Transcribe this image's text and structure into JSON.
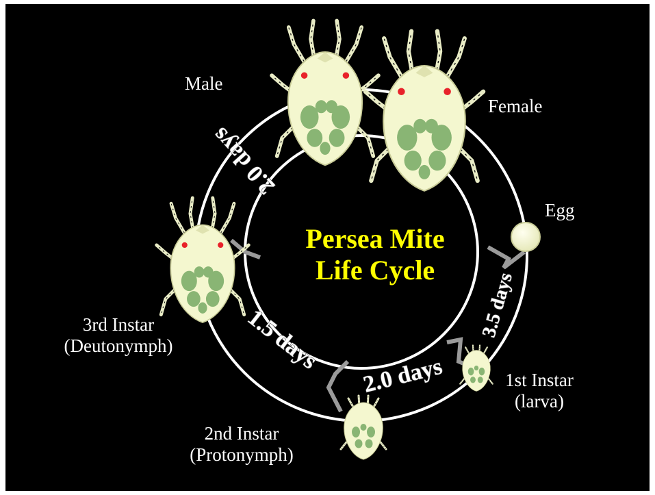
{
  "title": {
    "line1": "Persea Mite",
    "line2": "Life Cycle"
  },
  "stages": {
    "male": "Male",
    "female": "Female",
    "egg": "Egg",
    "first_instar_line1": "1st Instar",
    "first_instar_line2": "(larva)",
    "second_instar_line1": "2nd Instar",
    "second_instar_line2": "(Protonymph)",
    "third_instar_line1": "3rd Instar",
    "third_instar_line2": "(Deutonymph)"
  },
  "durations": {
    "egg_to_larva": "3.5 days",
    "larva_to_protonymph": "2.0 days",
    "protonymph_to_deutonymph": "1.5 days",
    "deutonymph_to_adult": "2.0 days"
  },
  "colors": {
    "background": "#000000",
    "title": "#ffff00",
    "labels": "#ffffff",
    "ring": "#ffffff",
    "mite_body": "#f4f7cf",
    "mite_markings": "#5e9a50",
    "mite_eye": "#e8222a"
  },
  "icons": [
    "mite-male-icon",
    "mite-female-icon",
    "egg-icon",
    "larva-icon",
    "protonymph-icon",
    "deutonymph-icon"
  ]
}
